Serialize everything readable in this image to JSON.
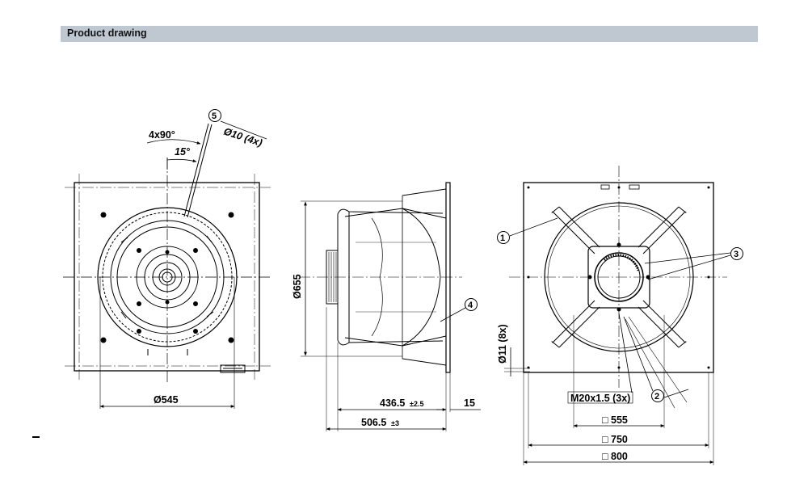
{
  "header": {
    "title": "Product drawing"
  },
  "callouts": [
    "1",
    "2",
    "3",
    "4",
    "5"
  ],
  "front_view": {
    "angle_label": "4x90°",
    "angle_sub_label": "15°",
    "hole_label": "Ø10 (4x)",
    "diameter_label": "Ø545"
  },
  "side_view": {
    "diameter_label": "Ø655",
    "depth_label": "436.5",
    "depth_tol": "±2.5",
    "flange_label": "15",
    "overall_label": "506.5",
    "overall_tol": "±3"
  },
  "rear_view": {
    "hole_label": "Ø11 (8x)",
    "thread_label": "M20x1.5 (3x)",
    "dims": [
      "□ 555",
      "□ 750",
      "□ 800"
    ]
  },
  "colors": {
    "header_bg": "#bfc8d1",
    "line": "#000000"
  }
}
